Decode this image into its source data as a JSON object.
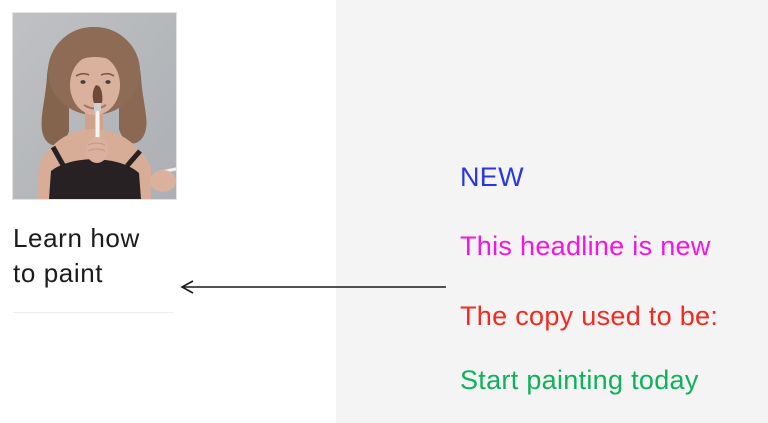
{
  "card": {
    "headline_line1": "Learn how",
    "headline_line2": "to paint",
    "image_description": "woman holding a paintbrush to her face"
  },
  "annotations": {
    "badge": {
      "label": "NEW",
      "color": "#2936e3"
    },
    "lines": [
      {
        "text": "This headline is new",
        "color": "#f713e0"
      },
      {
        "text": "The copy used to be:",
        "color": "#f5291d"
      },
      {
        "text": "Start painting today",
        "color": "#0fb25b"
      }
    ]
  },
  "colors": {
    "page_bg": "#ffffff",
    "panel_bg": "#f4f4f5",
    "headline_text": "#1b1b1b",
    "arrow": "#191919",
    "divider": "#ededed"
  }
}
